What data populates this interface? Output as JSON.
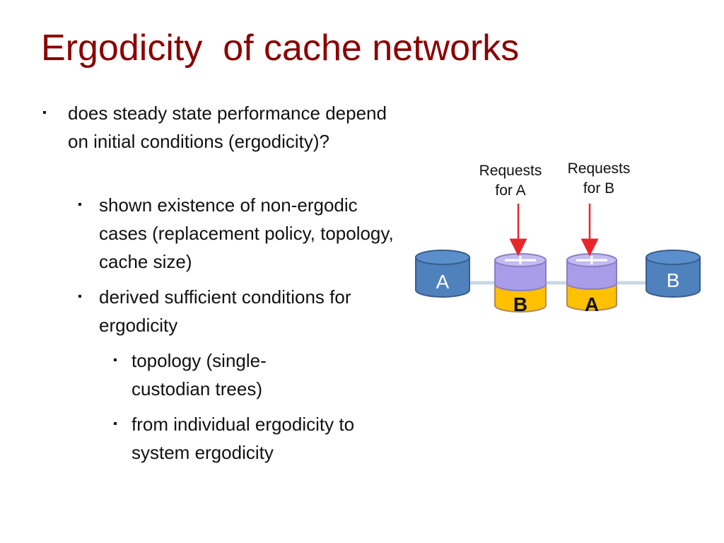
{
  "title": "Ergodicity  of cache networks",
  "bullets": {
    "b1": "does steady state performance depend on initial conditions (ergodicity)?",
    "b1_1": "shown existence of non-ergodic cases (replacement policy, topology, cache size)",
    "b1_2": "derived sufficient conditions for ergodicity",
    "b1_2_1": "topology (single-custodian trees)",
    "b1_2_2": "from individual ergodicity to system ergodicity",
    "marker": "▪"
  },
  "diagram": {
    "server_a_label": "A",
    "server_b_label": "B",
    "requests_a": [
      "Requests",
      "for A"
    ],
    "requests_b": [
      "Requests",
      "for B"
    ],
    "cache1_contents": "B",
    "cache2_contents": "A",
    "colors": {
      "server": "#4f81bd",
      "cache_top": "#a99ce8",
      "cache_bottom": "#ffc000",
      "arrow": "#e8262a",
      "link": "#c8d8e4"
    }
  }
}
